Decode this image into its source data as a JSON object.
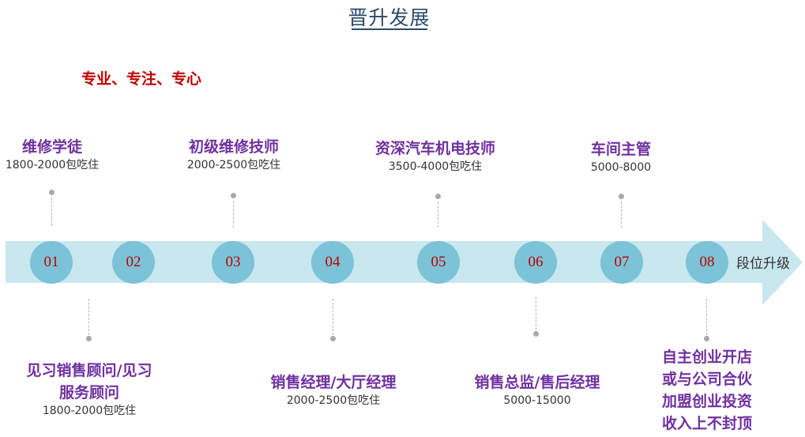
{
  "title": "晋升发展",
  "slogan": "专业、专注、专心",
  "arrow_label": "段位升级",
  "steps": [
    "01",
    "02",
    "03",
    "04",
    "05",
    "06",
    "07",
    "08"
  ],
  "stages_top": [
    {
      "title": "维修学徒",
      "salary": "1800-2000包吃住"
    },
    {
      "title": "初级维修技师",
      "salary": "2000-2500包吃住"
    },
    {
      "title": "资深汽车机电技师",
      "salary": "3500-4000包吃住"
    },
    {
      "title": "车间主管",
      "salary": "5000-8000"
    }
  ],
  "stages_bottom": [
    {
      "title_line1": "见习销售顾问/见习",
      "title_line2": "服务顾问",
      "salary": "1800-2000包吃住"
    },
    {
      "title": "销售经理/大厅经理",
      "salary": "2000-2500包吃住"
    },
    {
      "title": "销售总监/售后经理",
      "salary": "5000-15000"
    },
    {
      "lines": [
        "自主创业开店",
        "或与公司合伙",
        "加盟创业投资",
        "收入上不封顶"
      ]
    }
  ],
  "colors": {
    "title": "#2b4a6b",
    "slogan": "#c00000",
    "stage_title": "#7030a0",
    "arrow": "#c9e7ef",
    "circle": "#7cc3d7",
    "step_number": "#c00000"
  }
}
